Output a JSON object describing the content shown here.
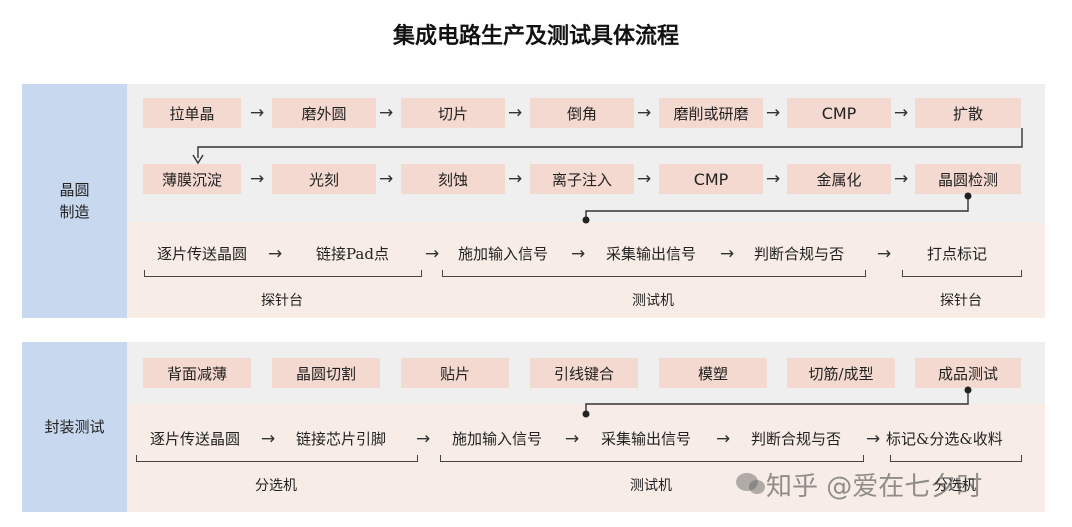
{
  "title": "集成电路生产及测试具体流程",
  "arrow_glyph": "→",
  "wafer": {
    "label": "晶圆\n制造",
    "row1": [
      "拉单晶",
      "磨外圆",
      "切片",
      "倒角",
      "磨削或研磨",
      "CMP",
      "扩散"
    ],
    "row2": [
      "薄膜沉淀",
      "光刻",
      "刻蚀",
      "离子注入",
      "CMP",
      "金属化",
      "晶圆检测"
    ],
    "test_steps": [
      "逐片传送晶圆",
      "链接Pad点",
      "施加输入信号",
      "采集输出信号",
      "判断合规与否",
      "打点标记"
    ],
    "groups": [
      "探针台",
      "测试机",
      "探针台"
    ]
  },
  "package": {
    "label": "封装测试",
    "row1": [
      "背面减薄",
      "晶圆切割",
      "贴片",
      "引线键合",
      "模塑",
      "切筋/成型",
      "成品测试"
    ],
    "test_steps": [
      "逐片传送晶圆",
      "链接芯片引脚",
      "施加输入信号",
      "采集输出信号",
      "判断合规与否",
      "标记&分选&收料"
    ],
    "groups": [
      "分选机",
      "测试机",
      "分选机"
    ]
  },
  "watermark": "知乎 @爱在七夕时"
}
